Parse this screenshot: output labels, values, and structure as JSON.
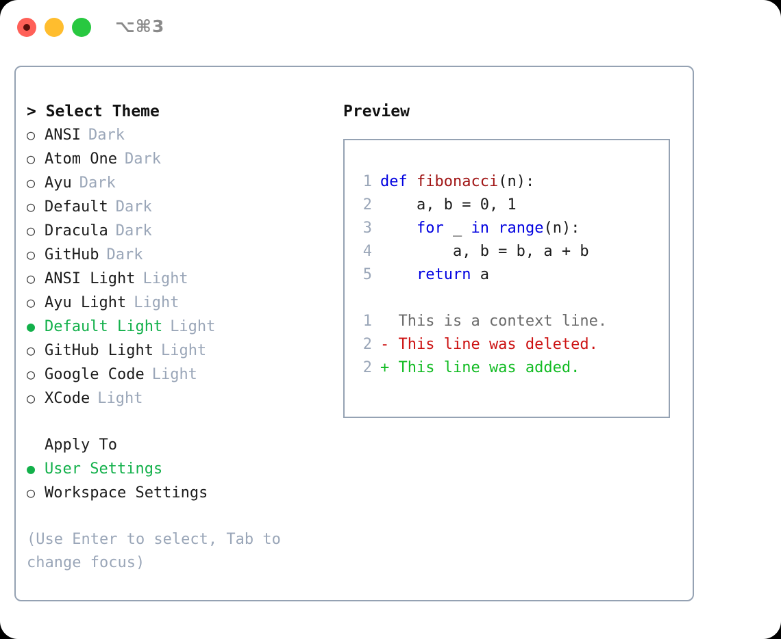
{
  "window": {
    "title": "⌥⌘3",
    "controls": [
      {
        "name": "close",
        "color": "#ff6058"
      },
      {
        "name": "minimize",
        "color": "#ffbd2e"
      },
      {
        "name": "maximize",
        "color": "#28c840"
      }
    ]
  },
  "colors": {
    "accent_green": "#12b04a",
    "muted": "#9aa6b8",
    "border": "#95a2b3",
    "keyword_blue": "#0000e0",
    "function_red": "#a01515",
    "diff_delete": "#cc1111",
    "diff_add": "#11bb22",
    "text": "#1b1b1b"
  },
  "theme_list": {
    "header": "> Select Theme",
    "items": [
      {
        "bullet": "○",
        "label": "ANSI",
        "tag": "Dark",
        "selected": false
      },
      {
        "bullet": "○",
        "label": "Atom One",
        "tag": "Dark",
        "selected": false
      },
      {
        "bullet": "○",
        "label": "Ayu",
        "tag": "Dark",
        "selected": false
      },
      {
        "bullet": "○",
        "label": "Default",
        "tag": "Dark",
        "selected": false
      },
      {
        "bullet": "○",
        "label": "Dracula",
        "tag": "Dark",
        "selected": false
      },
      {
        "bullet": "○",
        "label": "GitHub",
        "tag": "Dark",
        "selected": false
      },
      {
        "bullet": "○",
        "label": "ANSI Light",
        "tag": "Light",
        "selected": false
      },
      {
        "bullet": "○",
        "label": "Ayu Light",
        "tag": "Light",
        "selected": false
      },
      {
        "bullet": "●",
        "label": "Default Light",
        "tag": "Light",
        "selected": true
      },
      {
        "bullet": "○",
        "label": "GitHub Light",
        "tag": "Light",
        "selected": false
      },
      {
        "bullet": "○",
        "label": "Google Code",
        "tag": "Light",
        "selected": false
      },
      {
        "bullet": "○",
        "label": "XCode",
        "tag": "Light",
        "selected": false
      }
    ]
  },
  "apply_to": {
    "header": "Apply To",
    "items": [
      {
        "bullet": "●",
        "label": "User Settings",
        "selected": true
      },
      {
        "bullet": "○",
        "label": "Workspace Settings",
        "selected": false
      }
    ]
  },
  "hint": "(Use Enter to select, Tab to change focus)",
  "preview": {
    "title": "Preview",
    "code_lines": [
      {
        "no": "1",
        "segments": [
          {
            "t": "def ",
            "c": "kw"
          },
          {
            "t": "fibonacci",
            "c": "fn"
          },
          {
            "t": "(n):",
            "c": "code-text"
          }
        ]
      },
      {
        "no": "2",
        "segments": [
          {
            "t": "    a, b = 0, 1",
            "c": "code-text"
          }
        ]
      },
      {
        "no": "3",
        "segments": [
          {
            "t": "    ",
            "c": "code-text"
          },
          {
            "t": "for",
            "c": "kw"
          },
          {
            "t": " _ ",
            "c": "code-text"
          },
          {
            "t": "in",
            "c": "kw"
          },
          {
            "t": " ",
            "c": "code-text"
          },
          {
            "t": "range",
            "c": "kw"
          },
          {
            "t": "(n):",
            "c": "code-text"
          }
        ]
      },
      {
        "no": "4",
        "segments": [
          {
            "t": "        a, b = b, a + b",
            "c": "code-text"
          }
        ]
      },
      {
        "no": "5",
        "segments": [
          {
            "t": "    ",
            "c": "code-text"
          },
          {
            "t": "return",
            "c": "kw"
          },
          {
            "t": " a",
            "c": "code-text"
          }
        ]
      }
    ],
    "diff_lines": [
      {
        "no": "1",
        "marker": " ",
        "text": "  This is a context line.",
        "kind": "diff-ctx"
      },
      {
        "no": "2",
        "marker": "-",
        "text": "- This line was deleted.",
        "kind": "diff-del"
      },
      {
        "no": "2",
        "marker": "+",
        "text": "+ This line was added.",
        "kind": "diff-add"
      }
    ]
  }
}
